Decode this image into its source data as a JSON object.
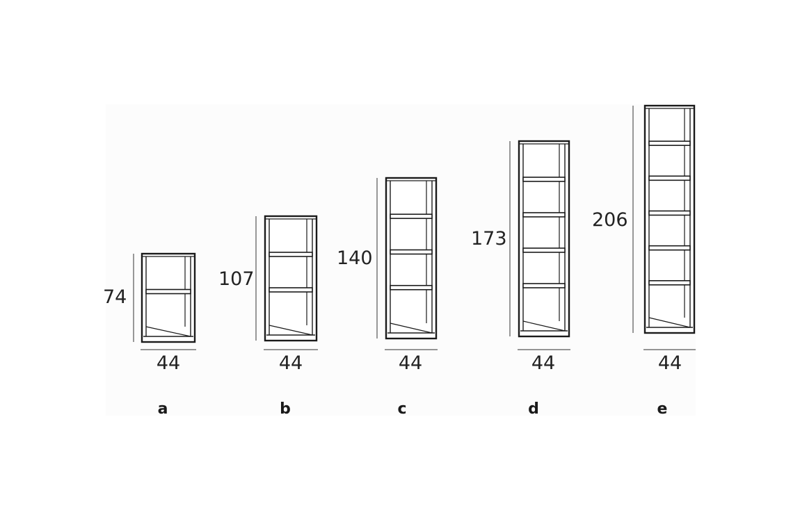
{
  "colors": {
    "background": "#ffffff",
    "panel": "#fcfcfc",
    "line": "#1a1a1a",
    "dimension_line": "#555555",
    "text": "#222222"
  },
  "shelves": [
    {
      "letter": "a",
      "height_label": "74",
      "width_label": "44",
      "compartments": 2
    },
    {
      "letter": "b",
      "height_label": "107",
      "width_label": "44",
      "compartments": 3
    },
    {
      "letter": "c",
      "height_label": "140",
      "width_label": "44",
      "compartments": 4
    },
    {
      "letter": "d",
      "height_label": "173",
      "width_label": "44",
      "compartments": 5
    },
    {
      "letter": "e",
      "height_label": "206",
      "width_label": "44",
      "compartments": 6
    }
  ]
}
